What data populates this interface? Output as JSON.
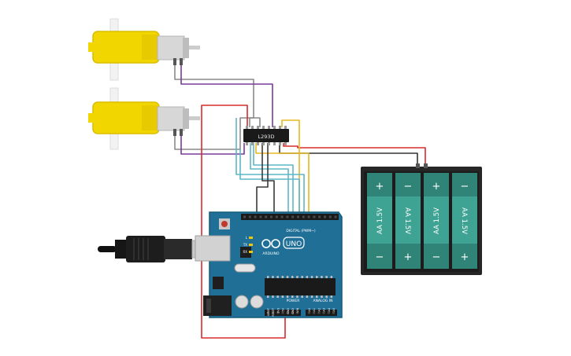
{
  "colors": {
    "motor_yellow": "#f2d600",
    "motor_yellow_dark": "#d9bd00",
    "motor_metal": "#cfcfcf",
    "arduino_blue": "#1f6f97",
    "arduino_blue_dark": "#175a7c",
    "battery_holder": "#262626",
    "cell_teal": "#3fa394",
    "cell_teal_dark": "#2f8477",
    "wire_red": "#d72b2b",
    "wire_black": "#333333",
    "wire_purple": "#7a3a9a",
    "wire_grey": "#8a8a8a",
    "wire_cyan": "#5fb6c7",
    "wire_yellow": "#e7b820",
    "wire_dark": "#3a3a3a"
  },
  "driver_ic": {
    "label": "L293D"
  },
  "arduino": {
    "logo_text": "ARDUINO",
    "model_text": "UNO",
    "digital_header_label": "DIGITAL (PWM~)",
    "power_label": "POWER",
    "analog_label": "ANALOG IN",
    "led_labels": [
      "L",
      "TX",
      "RX"
    ],
    "power_pins": [
      "IOREF",
      "RESET",
      "3V3",
      "5V",
      "GND",
      "GND",
      "VIN"
    ],
    "analog_pins": [
      "A0",
      "A1",
      "A2",
      "A3",
      "A4",
      "A5"
    ]
  },
  "battery_pack": {
    "cells": [
      {
        "label": "AA 1.5V",
        "top_sign": "+",
        "bottom_sign": "−"
      },
      {
        "label": "AA 1.5V",
        "top_sign": "−",
        "bottom_sign": "+"
      },
      {
        "label": "AA 1.5V",
        "top_sign": "+",
        "bottom_sign": "−"
      },
      {
        "label": "AA 1.5V",
        "top_sign": "−",
        "bottom_sign": "+"
      }
    ]
  }
}
